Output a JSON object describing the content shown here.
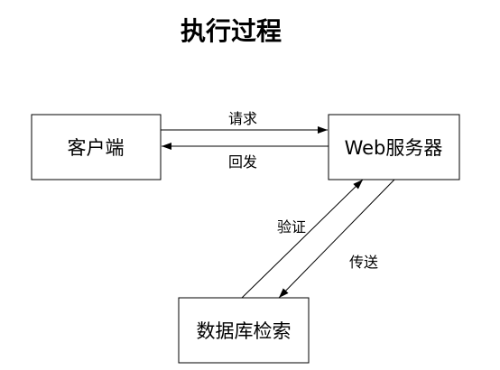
{
  "title": "执行过程",
  "nodes": {
    "client": "客户端",
    "web_server": "Web服务器",
    "db_search": "数据库检索"
  },
  "edges": {
    "request": "请求",
    "response": "回发",
    "verify": "验证",
    "transmit": "传送"
  },
  "colors": {
    "stroke": "#000000",
    "background": "#ffffff"
  }
}
